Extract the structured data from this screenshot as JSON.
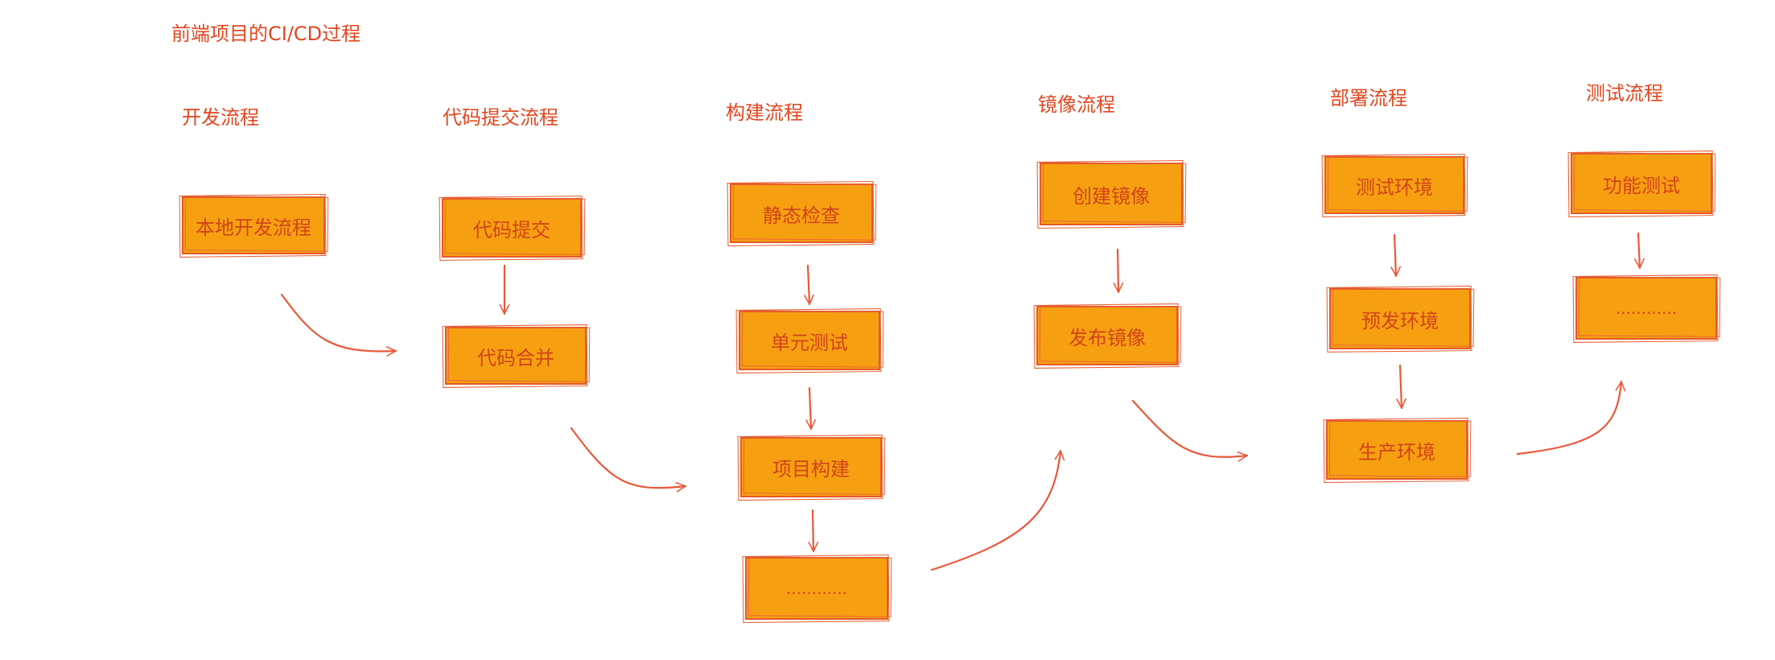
{
  "diagram": {
    "title": "前端项目的CI/CD过程",
    "colors": {
      "text": "#e2471f",
      "node_fill": "#f6a011",
      "node_border": "#e45a2a",
      "arrow": "#e8583a"
    },
    "columns": [
      {
        "title": "开发流程",
        "nodes": [
          "本地开发流程"
        ]
      },
      {
        "title": "代码提交流程",
        "nodes": [
          "代码提交",
          "代码合并"
        ]
      },
      {
        "title": "构建流程",
        "nodes": [
          "静态检查",
          "单元测试",
          "项目构建",
          "............"
        ]
      },
      {
        "title": "镜像流程",
        "nodes": [
          "创建镜像",
          "发布镜像"
        ]
      },
      {
        "title": "部署流程",
        "nodes": [
          "测试环境",
          "预发环境",
          "生产环境"
        ]
      },
      {
        "title": "测试流程",
        "nodes": [
          "功能测试",
          "............"
        ]
      }
    ]
  }
}
